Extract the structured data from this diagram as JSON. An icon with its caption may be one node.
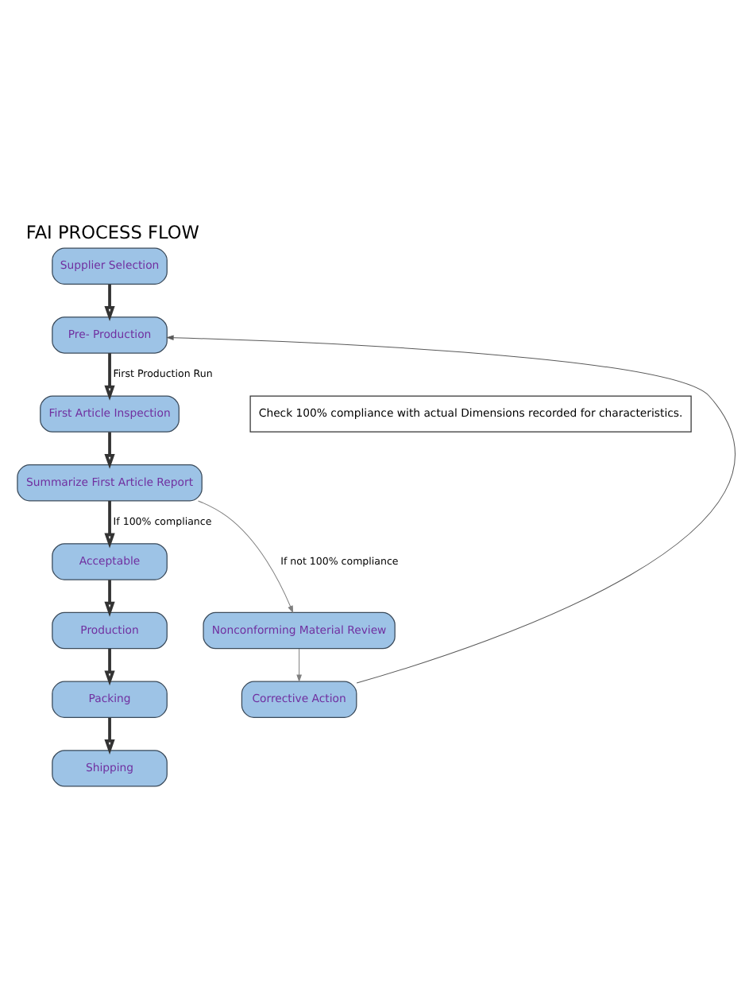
{
  "diagram": {
    "title": "FAI PROCESS FLOW",
    "nodes": [
      {
        "text": [
          "Supplier Selection"
        ]
      },
      {
        "text": [
          "Pre- Production"
        ]
      },
      {
        "text": [
          "First Article Inspection"
        ]
      },
      {
        "text": [
          "Summarize First Article Report"
        ]
      },
      {
        "text": [
          "Acceptable"
        ]
      },
      {
        "text": [
          "Production"
        ]
      },
      {
        "text": [
          "Packing"
        ]
      },
      {
        "text": [
          "Shipping"
        ]
      },
      {
        "text": [
          "Nonconforming Material Review"
        ]
      },
      {
        "text": [
          "Corrective Action"
        ]
      },
      {
        "text": [
          "Check 100% compliance with actual Dimensions recorded for characteristics."
        ]
      }
    ],
    "edges": [
      {
        "from": 0,
        "to": 1,
        "arrow": "to"
      },
      {
        "from": 1,
        "to": 2,
        "arrow": "to",
        "label": "First Production Run"
      },
      {
        "from": 2,
        "to": 3,
        "arrow": "to"
      },
      {
        "from": 3,
        "to": 4,
        "arrow": "to",
        "label": "If 100% compliance"
      },
      {
        "from": 4,
        "to": 5,
        "arrow": "to"
      },
      {
        "from": 5,
        "to": 6,
        "arrow": "to"
      },
      {
        "from": 6,
        "to": 7,
        "arrow": "to"
      },
      {
        "from": 3,
        "to": 8,
        "arrow": "to",
        "label": "If not 100% compliance",
        "color": "#7f7f7f"
      },
      {
        "from": 8,
        "to": 9,
        "arrow": "to",
        "color": "#7f7f7f"
      },
      {
        "from": 9,
        "to": 1,
        "arrow": "to",
        "color": "#595959"
      }
    ]
  }
}
